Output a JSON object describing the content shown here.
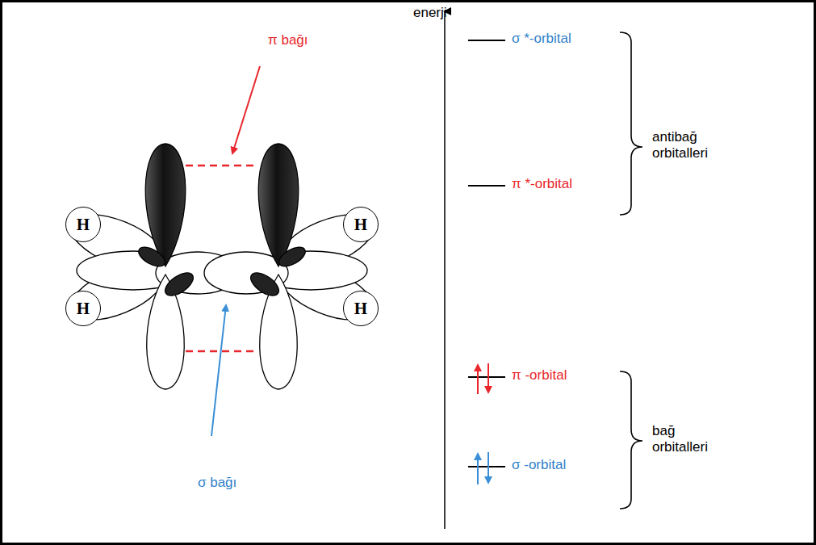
{
  "diagram": {
    "nodes": [
      {
        "text": [
          "H"
        ]
      },
      {
        "text": [
          "H"
        ]
      },
      {
        "text": [
          "H"
        ]
      },
      {
        "text": [
          "H"
        ]
      }
    ],
    "labels": [
      "π bağı",
      "enerji",
      "σ *-orbital",
      "antibağ orbitalleri",
      "π *-orbital",
      "π -orbital",
      "bağ orbitalleri",
      "σ -orbital",
      "σ bağı"
    ]
  }
}
